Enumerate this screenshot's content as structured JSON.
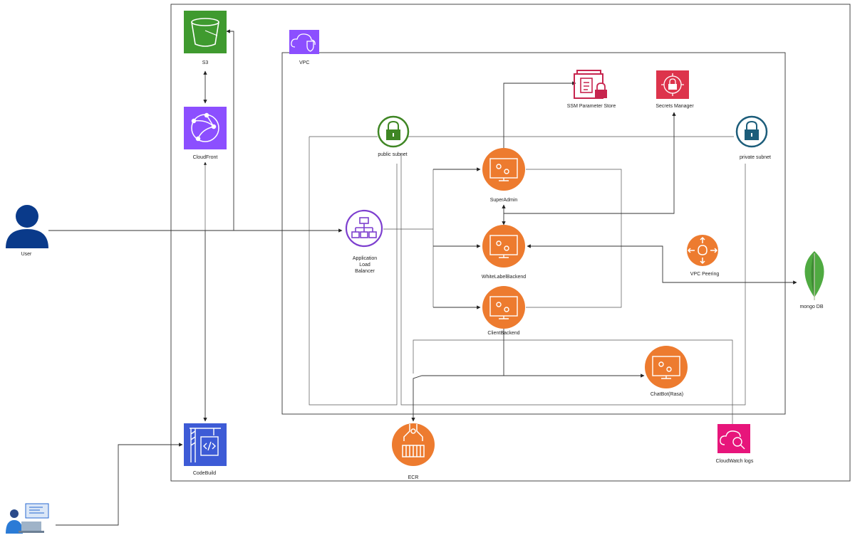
{
  "nodes": {
    "s3": "S3",
    "cloudfront": "CloudFront",
    "vpc": "VPC",
    "public_subnet": "public subnet",
    "private_subnet": "private subnet",
    "ssm": "SSM Parameter Store",
    "secrets": "Secrets Manager",
    "superadmin": "SuperAdmin",
    "whitelabel": "WhiteLabelBackend",
    "client": "ClientBackend",
    "chatbot": "ChatBot(Rasa)",
    "vpc_peering": "VPC Peering",
    "mongo": "mongo DB",
    "user": "User",
    "alb": [
      "Application",
      "Load",
      "Balancer"
    ],
    "codebuild": "CodeBuild",
    "ecr": "ECR",
    "cloudwatch": "CloudWatch logs"
  },
  "colors": {
    "s3": "#3f9a2f",
    "cloudfront": "#8c4fff",
    "vpc": "#8c4fff",
    "public_subnet": "#3f8624",
    "private_subnet": "#1c5d7a",
    "ssm": "#c7254e",
    "secrets": "#dd344c",
    "compute": "#ed7b2f",
    "alb": "#7d3fcf",
    "codebuild": "#3d5bd6",
    "cloudwatch": "#e7157b",
    "user": "#0a3a8a",
    "mongo": "#4faa41"
  },
  "icons": {
    "s3": "bucket-icon",
    "cloudfront": "globe-network-icon",
    "vpc": "cloud-shield-icon",
    "public_subnet": "lock-icon",
    "private_subnet": "lock-icon",
    "ssm": "document-lock-icon",
    "secrets": "secrets-lock-icon",
    "compute": "monitor-gears-icon",
    "vpc_peering": "peering-arrows-icon",
    "mongo": "leaf-icon",
    "user": "person-icon",
    "alb": "hierarchy-icon",
    "codebuild": "crane-code-icon",
    "ecr": "container-robot-arm-icon",
    "cloudwatch": "cloud-magnifier-icon",
    "developer": "developer-laptop-icon"
  }
}
